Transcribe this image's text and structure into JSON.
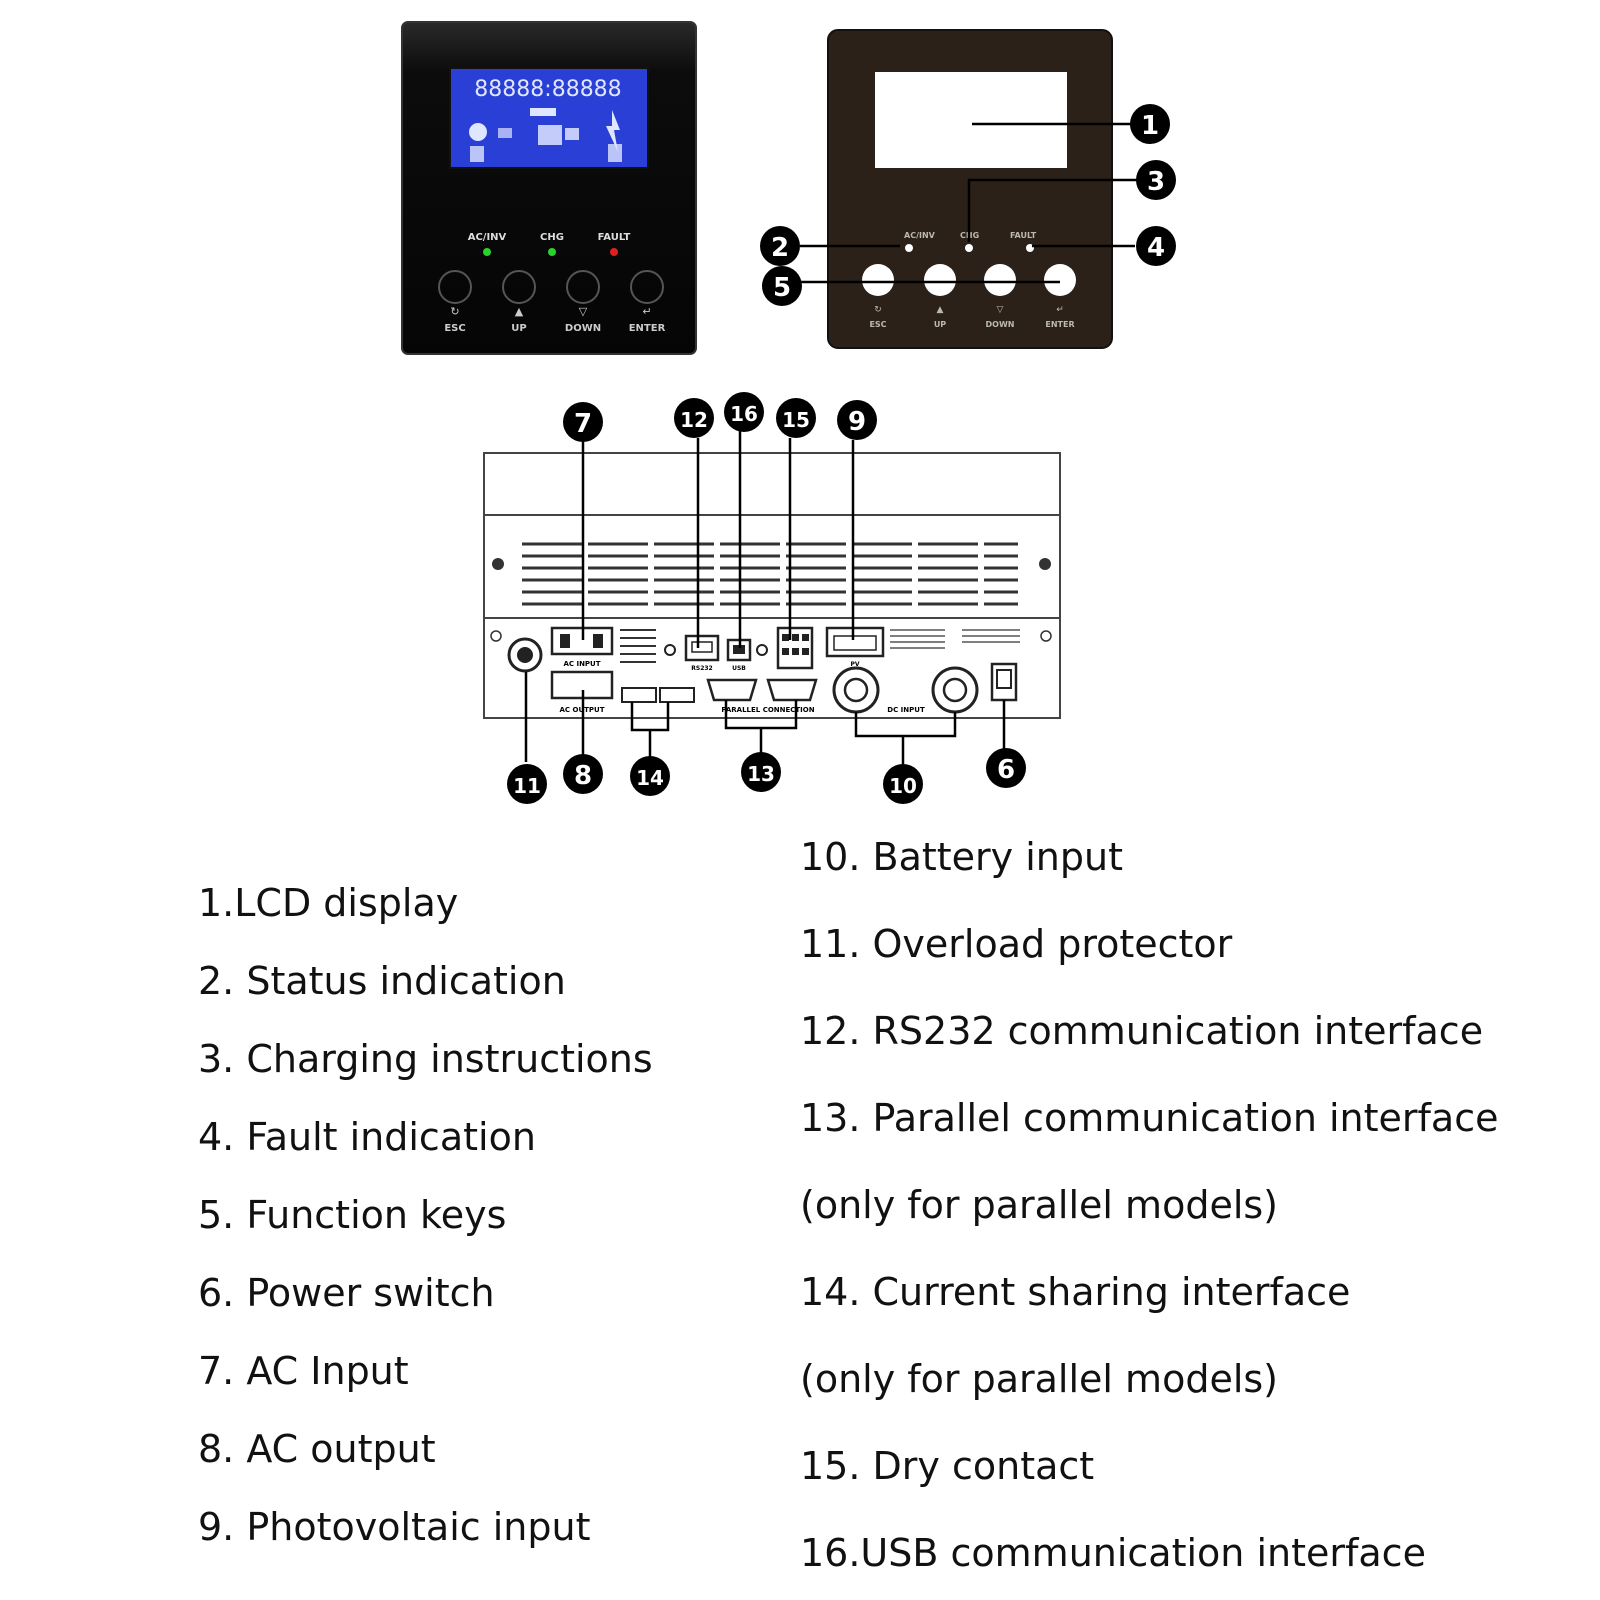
{
  "front_panel": {
    "lcd_digits_top": "88888:88888",
    "led_labels": [
      "AC/INV",
      "CHG",
      "FAULT"
    ],
    "buttons": [
      "ESC",
      "UP",
      "DOWN",
      "ENTER"
    ]
  },
  "rear_panel": {
    "small_labels": [
      "AC INPUT",
      "AC OUTPUT",
      "PARALLEL CONNECTION",
      "DC INPUT",
      "USB",
      "RS232",
      "PV"
    ]
  },
  "callouts": [
    "1",
    "2",
    "3",
    "4",
    "5",
    "6",
    "7",
    "8",
    "9",
    "10",
    "11",
    "12",
    "13",
    "14",
    "15",
    "16"
  ],
  "legend_left": [
    "1.LCD display",
    "2. Status indication",
    "3. Charging instructions",
    "4. Fault indication",
    "5. Function keys",
    "6. Power switch",
    "7. AC Input",
    "8. AC output",
    "9. Photovoltaic input"
  ],
  "legend_right": [
    "10. Battery input",
    "11. Overload protector",
    "12. RS232 communication interface",
    "13. Parallel communication interface",
    "(only for parallel models)",
    "14. Current sharing interface",
    "(only for parallel models)",
    "15. Dry contact",
    "16.USB communication interface"
  ],
  "colors": {
    "panel_dark": "#111111",
    "lcd_blue": "#2a3fd6",
    "led_green": "#2bd12b",
    "led_red": "#e02020",
    "line": "#000000"
  }
}
